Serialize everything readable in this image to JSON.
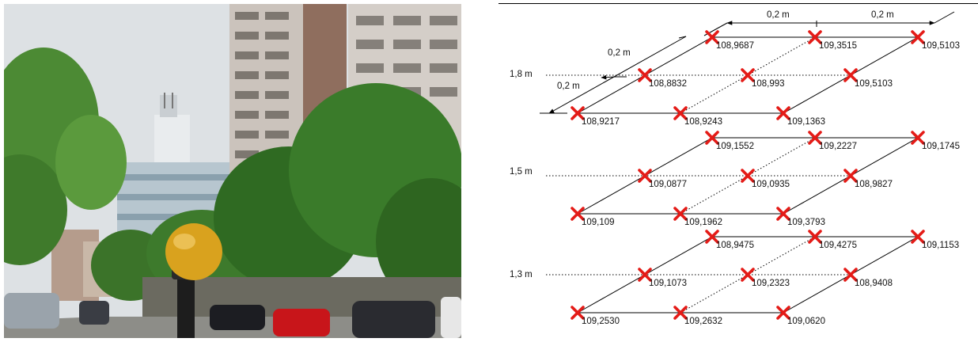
{
  "photo": {
    "description_icons": [
      "apartment-tower",
      "office-building",
      "street-trees",
      "street-lamp-globe",
      "parked-cars"
    ],
    "colors": {
      "sky": "#dfe3e6",
      "foliage": "#3f7a2b",
      "lamp": "#d9a21e",
      "road": "#8c8c88"
    }
  },
  "diagram": {
    "dimensions": {
      "top_right": "0,2 m",
      "top_left": "0,2 m",
      "diag_upper": "0,2 m",
      "diag_lower": "0,2 m"
    },
    "levels": [
      {
        "height": "1,8 m",
        "back": [
          "108,9687",
          "109,3515",
          "109,5103"
        ],
        "middle": [
          "108,8832",
          "108,993",
          "109,5103"
        ],
        "front": [
          "108,9217",
          "108,9243",
          "109,1363"
        ]
      },
      {
        "height": "1,5 m",
        "back": [
          "109,1552",
          "109,2227",
          "109,1745"
        ],
        "middle": [
          "109,0877",
          "109,0935",
          "108,9827"
        ],
        "front": [
          "109,109",
          "109,1962",
          "109,3793"
        ]
      },
      {
        "height": "1,3 m",
        "back": [
          "108,9475",
          "109,4275",
          "109,1153"
        ],
        "middle": [
          "109,1073",
          "109,2323",
          "108,9408"
        ],
        "front": [
          "109,2530",
          "109,2632",
          "109,0620"
        ]
      }
    ],
    "colors": {
      "marker": "#e41b17",
      "line": "#000000"
    }
  }
}
